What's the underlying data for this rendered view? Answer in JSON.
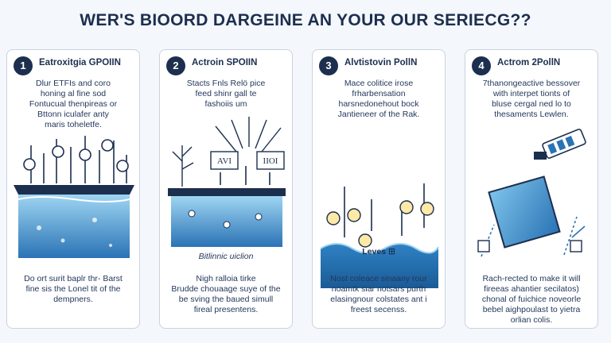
{
  "title": "WER'S BIOORD DARGEINE AN YOUR OUR SERIECG??",
  "cards": [
    {
      "number": "1",
      "heading": "Eatroxitgiа GPOIIN",
      "top_text": [
        "Dlur ETFIs and coro",
        "honing al fine sod",
        "Fontucual thenpireas or",
        "Bttonn iculafer anty",
        "maris toheletfe."
      ],
      "bottom_text": [
        "Do ort surit baplr thr- Barst",
        "fine sis the Lonel tit of the",
        "dempners."
      ]
    },
    {
      "number": "2",
      "heading": "Actroin SPOIIN",
      "top_text": [
        "Stacts Fnls Relö pice",
        "feed shinr gall te",
        "fashoiis um"
      ],
      "sign_1": "AVI",
      "sign_2": "IIOI",
      "caption": "Bitlinnic uiclion",
      "bottom_text": [
        "Nigh ralloia tirke",
        "Brudde chouaage suye of the",
        "be sving the baued simull",
        "fireal presentens."
      ]
    },
    {
      "number": "3",
      "heading": "Alvtistovin PollN",
      "top_text": [
        "Mace colitice irose",
        "frharbensation",
        "harsnedonehout bock",
        "Jantieneer of the Rak."
      ],
      "caption": "Leves ⊞",
      "bottom_text": [
        "Nost coleace sinaany rour",
        "noamtk siar notsars purth",
        "elasingnour colstates ant i",
        "freest secenss."
      ]
    },
    {
      "number": "4",
      "heading": "Actrom 2PollN",
      "top_text": [
        "7thanongeactive bessover",
        "with interpet tionts of",
        "bluse cergal ned lo to",
        "thesaments Lewlen."
      ],
      "bottom_text": [
        "Rach-rected to make it will",
        "fireeas ahantier secilatos)",
        "chonal of fuichice noveorle",
        "bebel aighpoulast to yietra",
        "orlian colis."
      ]
    }
  ],
  "colors": {
    "navy": "#1c2f4f",
    "water_light": "#7ec3ea",
    "water_dark": "#2a73b5",
    "card_border": "#c9d3e0"
  }
}
